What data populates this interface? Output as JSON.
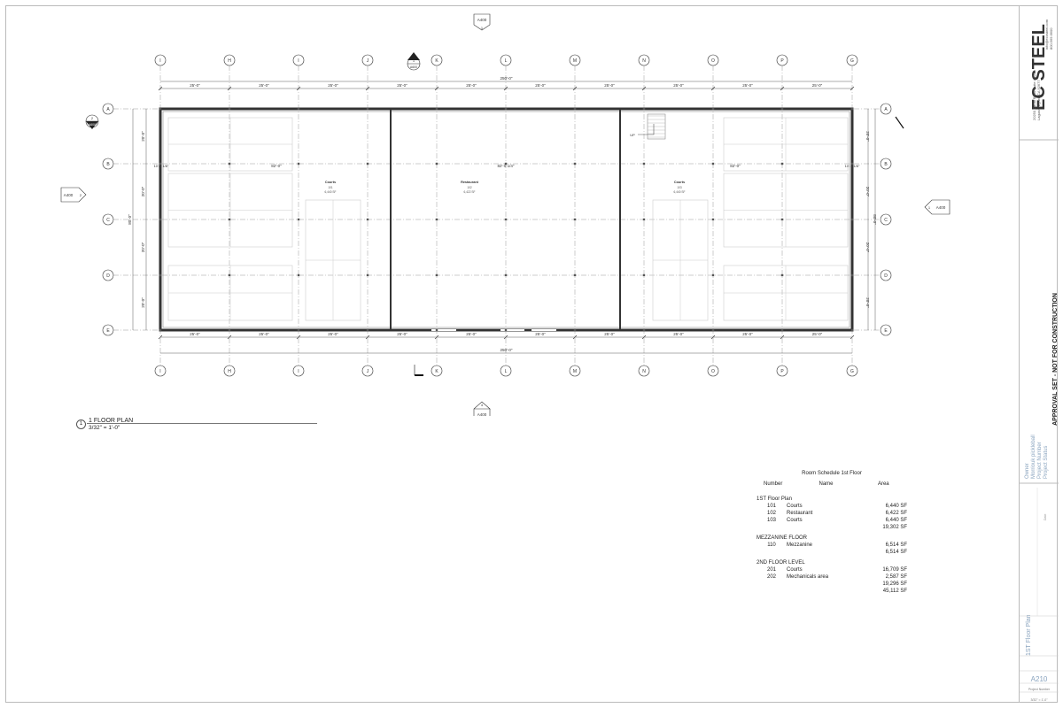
{
  "sheet": {
    "company_logo_text": "EC STEEL",
    "company_address_line1": "20250 Canal Road Suite #200",
    "company_address_line2": "Laguna Niguel, CA 92677",
    "company_contact_line1": "info@ecosteel.com",
    "company_contact_line2": "800.569.6600",
    "approval_note": "APPROVAL SET - NOT FOR CONSTRUCTION",
    "owner_label": "Owner",
    "project_name": "Morriouk pickleball",
    "project_number_label": "Project Number",
    "project_status_label": "Project Status",
    "sheet_title": "1ST Floor Plan",
    "sheet_number": "A210",
    "date_label": "Date",
    "project_number_value": "Project Number",
    "scale_value": "3/32\" = 1'-0\""
  },
  "view": {
    "number": "1",
    "title": "1 FLOOR PLAN",
    "scale": "3/32\" = 1'-0\""
  },
  "grid": {
    "columns": [
      "I",
      "H",
      "I",
      "J",
      "K",
      "L",
      "M",
      "N",
      "O",
      "P",
      "G"
    ],
    "rows": [
      "A",
      "B",
      "C",
      "D",
      "E"
    ]
  },
  "dimensions": {
    "bay": "25'-0\"",
    "overall": "250'-0\"",
    "row_ab": "20'-0\"",
    "row_bc": "20'-0\"",
    "row_cd": "20'-0\"",
    "row_de": "20'-0\"",
    "overall_depth": "80'-0\"",
    "wall_left": "10'-7 1/8\"",
    "wall_right": "10'-7 1/8\"",
    "room_span_left": "82'-0\"",
    "room_span_center": "82'-0 1/4\"",
    "room_span_right": "82'-0\""
  },
  "section_marks": {
    "top": {
      "number": "1",
      "sheet": "A400"
    },
    "bottom": {
      "number": "4",
      "sheet": "A400"
    },
    "left": {
      "number": "2",
      "sheet": "A400"
    },
    "right": {
      "number": "1",
      "sheet": "A400"
    },
    "detail_2": {
      "number": "2",
      "sheet": "A600"
    },
    "detail_1": {
      "number": "1",
      "sheet": "A600"
    }
  },
  "rooms": [
    {
      "name": "Courts",
      "number": "101",
      "area": "6,440 SF"
    },
    {
      "name": "Restaurant",
      "number": "102",
      "area": "6,422 SF"
    },
    {
      "name": "Courts",
      "number": "103",
      "area": "6,440 SF"
    }
  ],
  "stair_label": "UP",
  "schedule": {
    "title": "Room Schedule 1st Floor",
    "headers": {
      "number": "Number",
      "name": "Name",
      "area": "Area"
    },
    "groups": [
      {
        "name": "1ST Floor Plan",
        "rows": [
          {
            "number": "101",
            "name": "Courts",
            "area": "6,440 SF"
          },
          {
            "number": "102",
            "name": "Restaurant",
            "area": "6,422 SF"
          },
          {
            "number": "103",
            "name": "Courts",
            "area": "6,440 SF"
          }
        ],
        "total": "19,302 SF"
      },
      {
        "name": "MEZZANINE FLOOR",
        "rows": [
          {
            "number": "110",
            "name": "Mezzanine",
            "area": "6,514 SF"
          }
        ],
        "total": "6,514 SF"
      },
      {
        "name": "2ND FLOOR LEVEL",
        "rows": [
          {
            "number": "201",
            "name": "Courts",
            "area": "16,709 SF"
          },
          {
            "number": "202",
            "name": "Mechanicals area",
            "area": "2,587 SF"
          }
        ],
        "total": "19,296 SF"
      }
    ],
    "grand_total": "45,112 SF"
  },
  "colors": {
    "line": "#333333",
    "grid_line": "#999999",
    "light": "#cccccc",
    "logo_blue": "#2a6fb5"
  }
}
